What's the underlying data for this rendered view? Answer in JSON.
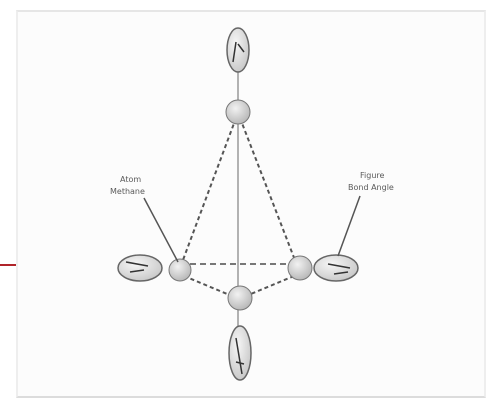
{
  "labels": {
    "left_line1": "Atom",
    "left_line2": "Methane",
    "right_line1": "Figure",
    "right_line2": "Bond Angle"
  },
  "colors": {
    "accent_line": "#b0242a",
    "atom_fill": "#d6d6d6",
    "bond_stroke": "#555555"
  },
  "icons": {
    "top_orbital": "orbital-lobe-icon",
    "bottom_orbital": "orbital-lobe-icon",
    "left_orbital": "orbital-lobe-icon",
    "right_orbital": "orbital-lobe-icon"
  }
}
